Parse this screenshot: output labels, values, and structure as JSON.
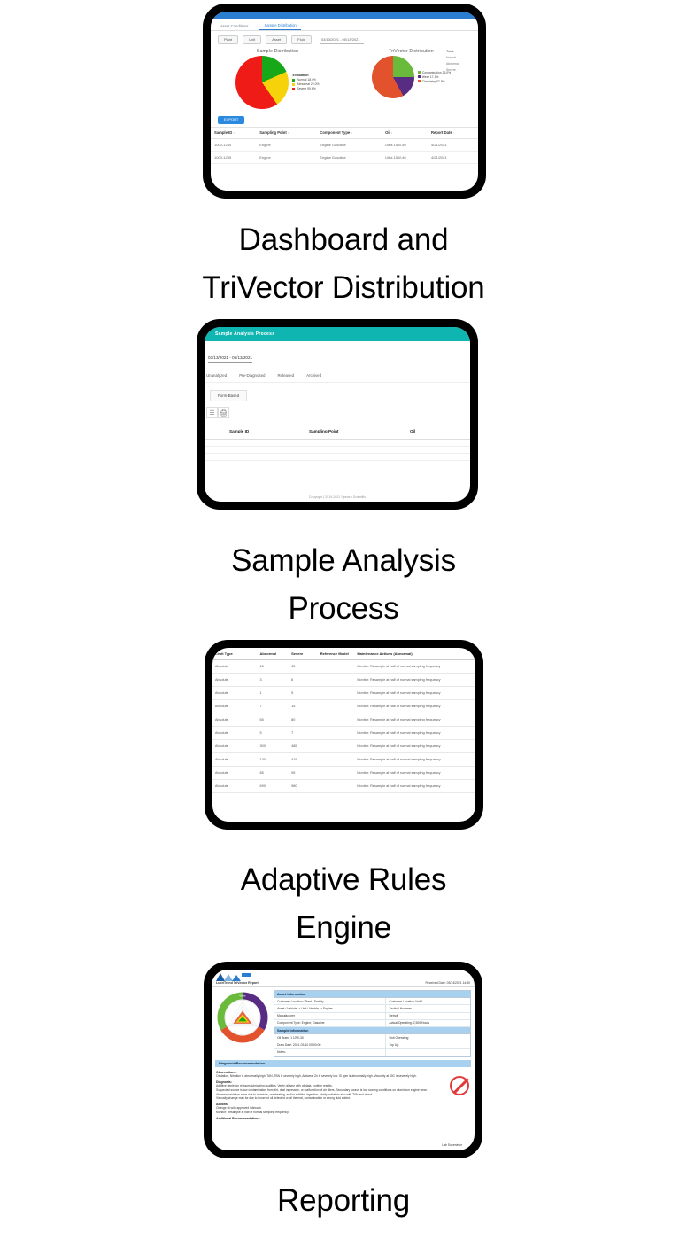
{
  "captions": [
    "Dashboard and\nTriVector Distribution",
    "Sample Analysis\nProcess",
    "Adaptive Rules\nEngine",
    "Reporting"
  ],
  "caption_lines": {
    "c1a": "Dashboard and",
    "c1b": "TriVector Distribution",
    "c2a": "Sample Analysis",
    "c2b": "Process",
    "c3a": "Adaptive Rules",
    "c3b": "Engine",
    "c4a": "Reporting"
  },
  "panel1": {
    "name": "Dashboard and TriVector Distribution",
    "tabs": [
      {
        "label": "Asset Conditions",
        "active": false
      },
      {
        "label": "Sample Distribution",
        "active": true
      }
    ],
    "filters": [
      "Plant",
      "Unit",
      "Asset",
      "Fluid"
    ],
    "date_range": "03/13/2021 - 05/13/2021",
    "charts": [
      {
        "title": "Sample Distribution",
        "legend_title": "Evaluation",
        "legend": [
          {
            "label": "Normal 18.4%",
            "color": "#17a81a",
            "value": 18.4
          },
          {
            "label": "Abnormal 22.0%",
            "color": "#f5d20a",
            "value": 22.0
          },
          {
            "label": "Severe 59.6%",
            "color": "#ee1b17",
            "value": 59.6
          }
        ]
      },
      {
        "title": "TriVector Distribution",
        "legend_title": "",
        "legend": [
          {
            "label": "Contamination 25.0%",
            "color": "#6aba3c",
            "value": 25.0
          },
          {
            "label": "Wear 17.1%",
            "color": "#582c83",
            "value": 17.1
          },
          {
            "label": "Chemistry 57.9%",
            "color": "#e2522d",
            "value": 57.9
          }
        ]
      }
    ],
    "side_panel": {
      "title": "Total",
      "lines": [
        "Normal",
        "Abnormal",
        "Severe"
      ]
    },
    "export_label": "EXPORT",
    "table": {
      "columns": [
        "Sample ID",
        "Sampling Point",
        "Component Type",
        "Oil",
        "Report Date"
      ],
      "rows": [
        [
          "1000-1234",
          "Engine",
          "Engine Gasoline",
          "Ultra 15W-40",
          "4/21/2021"
        ],
        [
          "1000-1235",
          "Engine",
          "Engine Gasoline",
          "Ultra 15W-40",
          "4/21/2021"
        ]
      ]
    }
  },
  "panel2": {
    "name": "Sample Analysis Process",
    "header_title": "Sample Analysis Process",
    "date_range": "03/13/2021 - 05/13/2021",
    "tabs": [
      "Unanalyzed",
      "Pre-Diagnosed",
      "Released",
      "Archived"
    ],
    "subtabs": [
      "Form-Based"
    ],
    "toolbar_icons": [
      "list-icon",
      "print-icon"
    ],
    "table": {
      "columns": [
        "Sample ID",
        "Sampling Point",
        "Oil"
      ],
      "rows": [
        [],
        [],
        []
      ]
    },
    "footer": "Copyright | 2019-2021 Spectro Scientific"
  },
  "panel3": {
    "name": "Adaptive Rules Engine",
    "table": {
      "columns": [
        "Limit Type",
        "Abnormal",
        "Severe",
        "Reference Model",
        "Maintenance Actions (Abnormal)"
      ],
      "rows": [
        [
          "Absolute",
          "15",
          "45",
          "",
          "Monitor: Resample at half of normal sampling frequency"
        ],
        [
          "Absolute",
          "3",
          "6",
          "",
          "Monitor: Resample at half of normal sampling frequency"
        ],
        [
          "Absolute",
          "1",
          "5",
          "",
          "Monitor: Resample at half of normal sampling frequency"
        ],
        [
          "Absolute",
          "7",
          "15",
          "",
          "Monitor: Resample at half of normal sampling frequency"
        ],
        [
          "Absolute",
          "65",
          "80",
          "",
          "Monitor: Resample at half of normal sampling frequency"
        ],
        [
          "Absolute",
          "5",
          "7",
          "",
          "Monitor: Resample at half of normal sampling frequency"
        ],
        [
          "Absolute",
          "300",
          "485",
          "",
          "Monitor: Resample at half of normal sampling frequency"
        ],
        [
          "Absolute",
          "130",
          "415",
          "",
          "Monitor: Resample at half of normal sampling frequency"
        ],
        [
          "Absolute",
          "85",
          "95",
          "",
          "Monitor: Resample at half of normal sampling frequency"
        ],
        [
          "Absolute",
          "690",
          "980",
          "",
          "Monitor: Resample at half of normal sampling frequency"
        ]
      ]
    }
  },
  "panel4": {
    "name": "Reporting",
    "logo_text": "LubriTrend",
    "header_left": "LubriTrend TriVector Report",
    "header_right": "Received Date: 03/14/2021 14:30",
    "radar": {
      "labels": [
        "Wear",
        "Contamination",
        "Chemistry"
      ],
      "ring_colors": [
        "#582c83",
        "#e2522d",
        "#6aba3c"
      ],
      "series_colors": [
        "#e2522d",
        "#f5d20a",
        "#17a81a"
      ]
    },
    "asset_section": {
      "title": "Asset Information",
      "rows": [
        {
          "k": "Customer Location / Plant / Facility",
          "v": "Customer Location Unit 1"
        },
        {
          "k": "Asset / Vehicle -> Unit / Vehicle -> Engine",
          "v": "Tactical Hummer"
        },
        {
          "k": "Manufacturer",
          "v": "Detroit"
        },
        {
          "k": "Component Type: Engine, Gasoline",
          "v": "Actual Operating: 2,500 Hours"
        }
      ]
    },
    "sample_section": {
      "title": "Sample Information",
      "rows": [
        {
          "k": "Oil Brand 1 10W-30",
          "v": "Unit Operating"
        },
        {
          "k": "Draw Date: 2021-03-10 00:00:00",
          "v": "Top Up"
        },
        {
          "k": "Notes:",
          "v": ""
        }
      ]
    },
    "diagnosis": {
      "title": "Diagnosis/Recommendation",
      "observations_label": "Observations:",
      "observations_text": "Oxidation, Nitration is abnormally high. TAN, TBN is severely high, Antiwear Zn is severely low. Si ppm is abnormally high. Viscosity at 40C is severely high.",
      "diagnosis_label": "Diagnosis:",
      "diagnosis_items": [
        "Additive depletion reduces lubricating qualities. Verify oil type with oil data, confirm results.",
        "Suspected source is low contamination from dirt, dust ingression, or malfunction of air filters. Secondary source is low scoring conditions on aluminium engine wear.",
        "Abrasive/oxidation wear due to moisture, overheating, and/or additive ingestion. Verify oxidation also with TAN and check.",
        "Viscosity change may be due to incorrect oil detected or oil thermal, contamination or wrong fluid added."
      ],
      "actions_label": "Actions:",
      "actions_items": [
        "Change oil with approved lubricant.",
        "Monitor: Resample at half of normal sampling frequency."
      ],
      "additional_label": "Additional Recommendations:"
    },
    "stop_icon": "no-entry-icon",
    "signature": "Lab Supervisor"
  }
}
